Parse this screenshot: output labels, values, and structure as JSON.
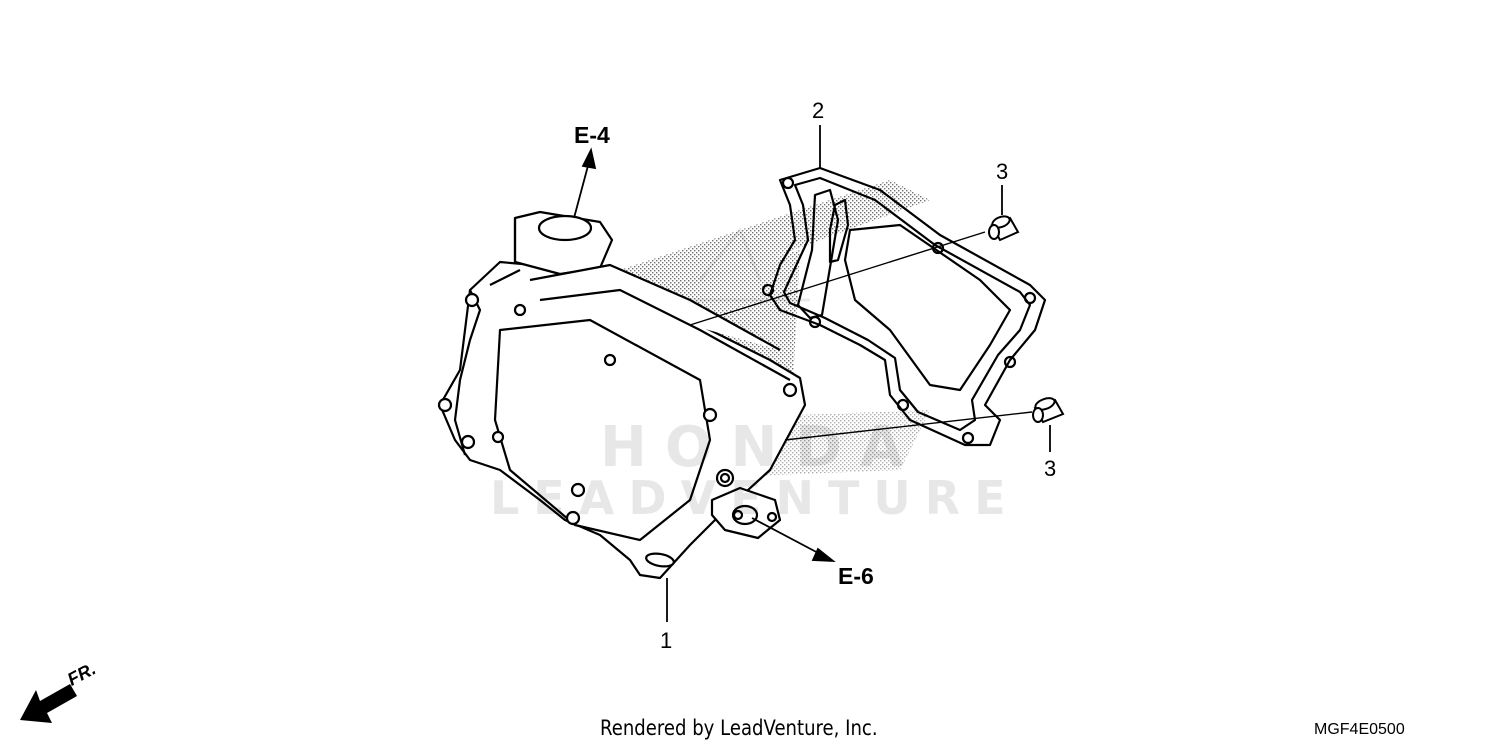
{
  "callouts": {
    "part_1": "1",
    "part_2": "2",
    "part_3_top": "3",
    "part_3_bottom": "3"
  },
  "references": {
    "ref_top": "E-4",
    "ref_bottom": "E-6"
  },
  "direction_indicator": {
    "label": "FR."
  },
  "watermark": {
    "brand": "HONDA",
    "text": "LEADVENTURE"
  },
  "footer": {
    "rendered_by": "Rendered by LeadVenture, Inc.",
    "diagram_code": "MGF4E0500"
  },
  "colors": {
    "line": "#000000",
    "background": "#ffffff",
    "hatch": "#000000"
  },
  "icons": {
    "direction": "fr-arrow-icon"
  }
}
